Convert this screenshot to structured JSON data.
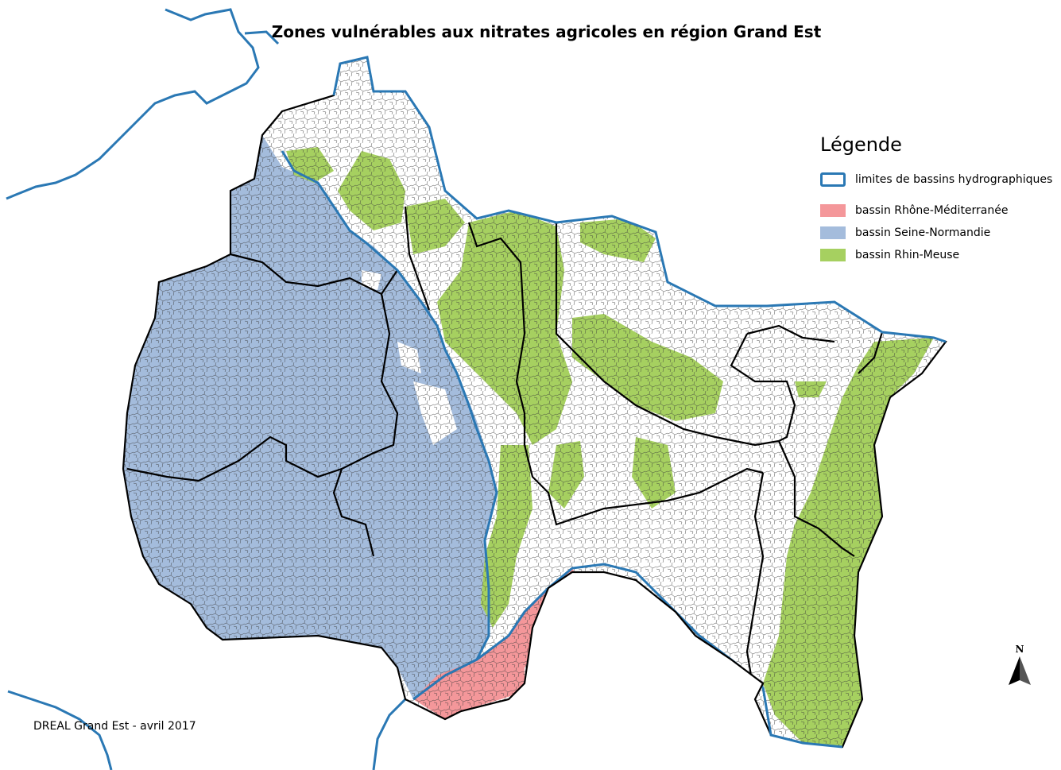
{
  "title": "Zones vulnérables aux nitrates agricoles en région Grand Est",
  "legend": {
    "title": "Légende",
    "items": [
      {
        "label": "limites de bassins hydrographiques",
        "kind": "line",
        "color": "#2a78b4"
      },
      {
        "label": "bassin Rhône-Méditerranée",
        "kind": "fill",
        "color": "#f4979a"
      },
      {
        "label": "bassin Seine-Normandie",
        "kind": "fill",
        "color": "#a4bcdc"
      },
      {
        "label": "bassin Rhin-Meuse",
        "kind": "fill",
        "color": "#a6d060"
      }
    ]
  },
  "credit": "DREAL Grand Est - avril 2017",
  "north_arrow": {
    "letter": "N",
    "icon": "north-arrow-icon"
  },
  "colors": {
    "basin_boundary": "#2a78b4",
    "department_boundary": "#000000",
    "commune_boundary": "#3a3a3a",
    "non_vulnerable": "#ffffff"
  }
}
